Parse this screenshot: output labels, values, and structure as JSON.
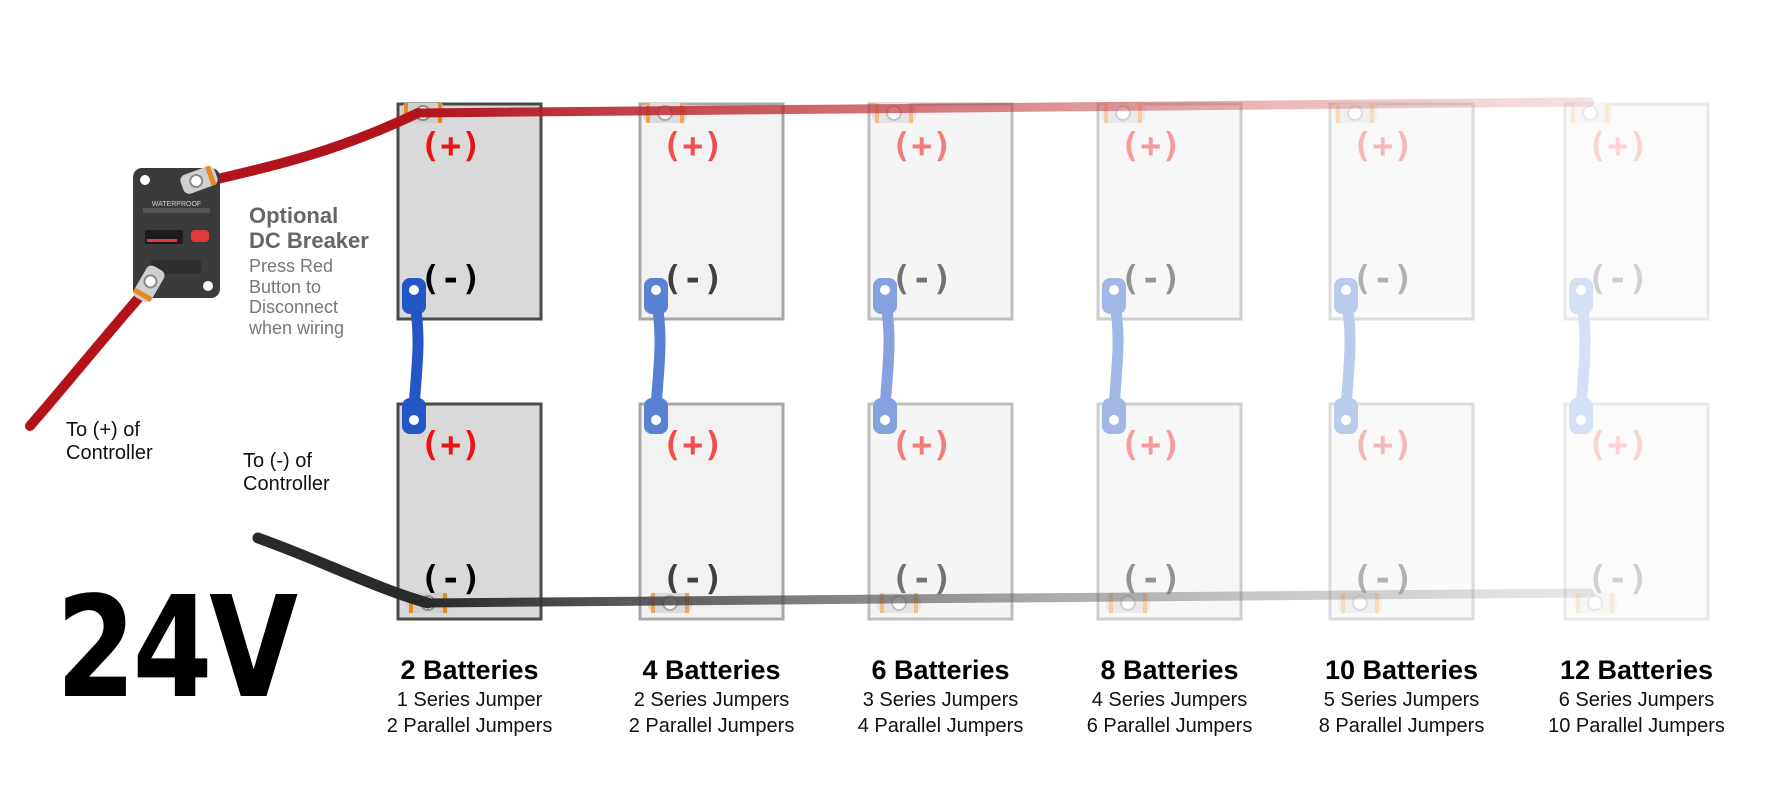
{
  "voltage_label": "24V",
  "breaker": {
    "title_line1": "Optional",
    "title_line2": "DC Breaker",
    "desc_lines": [
      "Press Red",
      "Button to",
      "Disconnect",
      "when wiring"
    ],
    "device_text": "WATERPROOF"
  },
  "controller_labels": {
    "positive_line1": "To (+) of",
    "positive_line2": "Controller",
    "negative_line1": "To (-) of",
    "negative_line2": "Controller"
  },
  "terminal_labels": {
    "positive": "(+)",
    "negative": "(-)"
  },
  "configurations": [
    {
      "title": "2 Batteries",
      "series": "1 Series Jumper",
      "parallel": "2 Parallel Jumpers",
      "opacity": 1.0
    },
    {
      "title": "4 Batteries",
      "series": "2 Series Jumpers",
      "parallel": "2 Parallel Jumpers",
      "opacity": 0.75
    },
    {
      "title": "6 Batteries",
      "series": "3 Series Jumpers",
      "parallel": "4 Parallel Jumpers",
      "opacity": 0.55
    },
    {
      "title": "8 Batteries",
      "series": "4 Series Jumpers",
      "parallel": "6 Parallel Jumpers",
      "opacity": 0.42
    },
    {
      "title": "10 Batteries",
      "series": "5 Series Jumpers",
      "parallel": "8 Parallel Jumpers",
      "opacity": 0.3
    },
    {
      "title": "12 Batteries",
      "series": "6 Series Jumpers",
      "parallel": "10 Parallel Jumpers",
      "opacity": 0.18
    }
  ],
  "colors": {
    "positive_cable": "#b3141c",
    "negative_cable": "#2a2a2a",
    "series_jumper": "#2257c5",
    "positive_text": "#ee1111",
    "negative_text": "#000000",
    "first_battery_fill": "#d9d9d9",
    "battery_fill": "#eeeeee",
    "lug": "#cfcfcf",
    "lug_band": "#e8891e",
    "breaker_body": "#3b3b3b",
    "breaker_button": "#e23b3b"
  }
}
